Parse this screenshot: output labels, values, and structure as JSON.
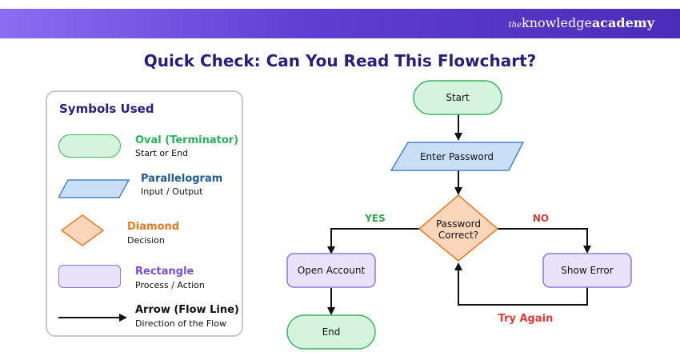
{
  "brand": {
    "prefix": "the",
    "main": "knowledge",
    "accent": "academy"
  },
  "title": "Quick Check: Can You Read This Flowchart?",
  "legend": {
    "title": "Symbols Used",
    "items": [
      {
        "name": "Oval (Terminator)",
        "desc": "Start or End",
        "color": "#27b35a"
      },
      {
        "name": "Parallelogram",
        "desc": "Input / Output",
        "color": "#1f5a96"
      },
      {
        "name": "Diamond",
        "desc": "Decision",
        "color": "#ea7a22"
      },
      {
        "name": "Rectangle",
        "desc": "Process / Action",
        "color": "#7b4fd6"
      },
      {
        "name": "Arrow (Flow Line)",
        "desc": "Direction of the Flow",
        "color": "#111111"
      }
    ]
  },
  "flow": {
    "start": "Start",
    "input": "Enter Password",
    "decision_line1": "Password",
    "decision_line2": "Correct?",
    "yes_label": "YES",
    "no_label": "NO",
    "open_account": "Open Account",
    "show_error": "Show Error",
    "end": "End",
    "retry_label": "Try Again"
  },
  "colors": {
    "terminator_fill": "#d4f4dd",
    "terminator_stroke": "#3cb563",
    "io_fill": "#c9def7",
    "io_stroke": "#4a84c9",
    "decision_fill": "#fbd6bb",
    "decision_stroke": "#ea7a22",
    "process_fill": "#e8e2fb",
    "process_stroke": "#8d78d6",
    "yes": "#2ea64d",
    "no": "#e23a3a"
  }
}
